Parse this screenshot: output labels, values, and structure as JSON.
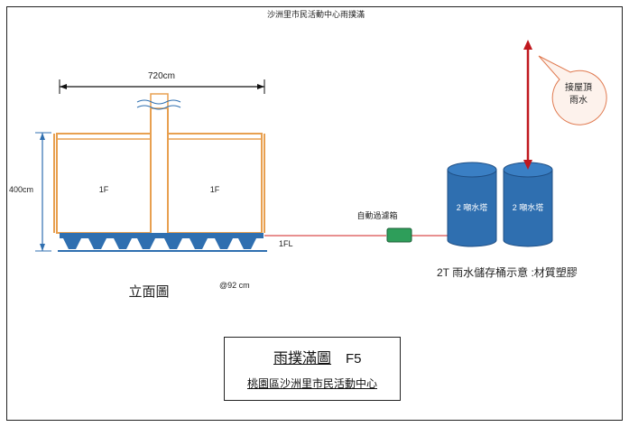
{
  "header": {
    "title": "沙洲里市民活動中心雨撲滿"
  },
  "elevation": {
    "width_label": "720cm",
    "height_label": "400cm",
    "floor_label_left": "1F",
    "floor_label_right": "1F",
    "ground_label": "1FL",
    "spacing_label": "@92 cm",
    "caption": "立面圖"
  },
  "filter": {
    "label": "自動過濾箱"
  },
  "tanks": {
    "left_label": "2 噸水塔",
    "right_label": "2 噸水塔",
    "caption": "2T 雨水儲存桶示意 :材質塑膠"
  },
  "callout": {
    "line1": "接屋頂",
    "line2": "雨水"
  },
  "title_block": {
    "main": "雨撲滿圖",
    "code": "F5",
    "subtitle": "桃園區沙洲里市民活動中心"
  },
  "colors": {
    "frame_orange": "#e8a050",
    "water_blue": "#2f6fb0",
    "pipe_red": "#d02020",
    "filter_green": "#2e9e5a",
    "callout_fill": "#fdf2ec",
    "callout_stroke": "#e07a50"
  }
}
